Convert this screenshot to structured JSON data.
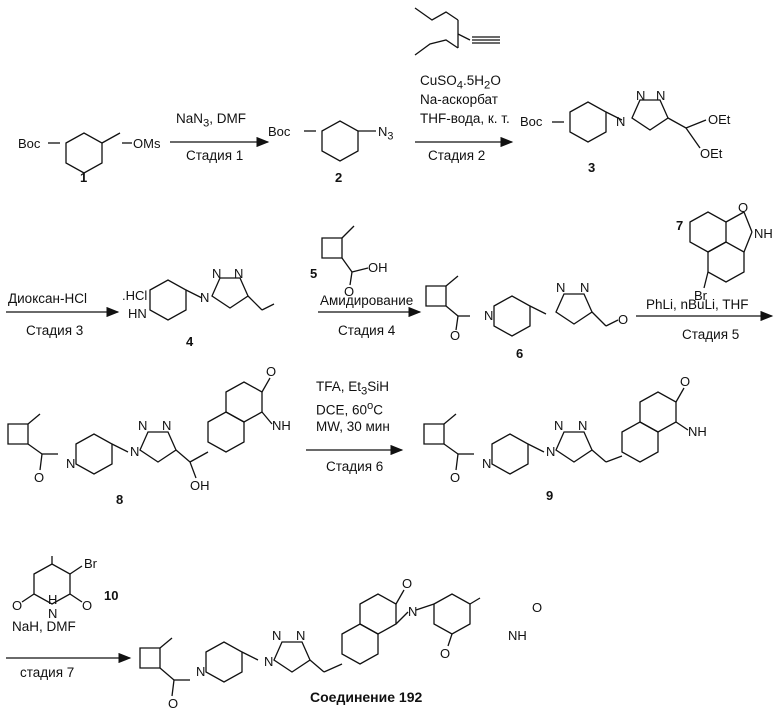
{
  "compounds": {
    "c1": {
      "number": "1",
      "boc": "Boc",
      "oms": "OMs"
    },
    "c2": {
      "number": "2",
      "boc": "Boc",
      "n3": "N",
      "n3sub": "3"
    },
    "c3": {
      "number": "3",
      "boc": "Boc",
      "n": "N",
      "n_a": "N",
      "n_b": "N",
      "oet1": "OEt",
      "oet2": "OEt"
    },
    "c4": {
      "number": "4",
      "hcl": ".HCl",
      "hn": "HN",
      "n": "N",
      "n_a": "N",
      "n_b": "N"
    },
    "c5": {
      "number": "5",
      "oh": "OH",
      "o": "O"
    },
    "c6": {
      "number": "6",
      "n": "N",
      "n_a": "N",
      "n_b": "N",
      "o": "O",
      "o_ald": "O"
    },
    "c7": {
      "number": "7",
      "o": "O",
      "nh": "NH",
      "br": "Br"
    },
    "c8": {
      "number": "8",
      "n": "N",
      "n_a": "N",
      "n_b": "N",
      "o": "O",
      "oh": "OH",
      "o_lact": "O",
      "nh": "NH"
    },
    "c9": {
      "number": "9",
      "n": "N",
      "n_a": "N",
      "n_b": "N",
      "o": "O",
      "o_lact": "O",
      "nh": "NH"
    },
    "c10": {
      "number": "10",
      "br": "Br",
      "o1": "O",
      "o2": "O",
      "h": "H",
      "n": "N"
    },
    "c192": {
      "caption": "Соединение 192",
      "n": "N",
      "n_a": "N",
      "n_b": "N",
      "o": "O",
      "o_lact": "O",
      "n_imide": "N",
      "o_im1": "O",
      "o_im2": "O",
      "nh": "NH"
    }
  },
  "steps": {
    "s1": {
      "reagents": "NaN",
      "reagents_sub": "3",
      "reagents_tail": ", DMF",
      "stage": "Стадия 1"
    },
    "s2": {
      "line1": "CuSO",
      "line1_sub": "4",
      "line1_tail": ".5H",
      "line1_sub2": "2",
      "line1_end": "O",
      "line2": "Na-аскорбат",
      "line3": "THF-вода, к. т.",
      "stage": "Стадия 2"
    },
    "s3": {
      "reagents": "Диоксан-HCl",
      "stage": "Стадия 3"
    },
    "s4": {
      "reagents": "Амидирование",
      "stage": "Стадия 4"
    },
    "s5": {
      "reagents": "PhLi, nBuLi, THF",
      "stage": "Стадия 5"
    },
    "s6": {
      "line1": "TFA, Et",
      "line1_sub": "3",
      "line1_tail": "SiH",
      "line2": "DCE, 60",
      "line2_sup": "o",
      "line2_tail": "C",
      "line3": "MW, 30 мин",
      "stage": "Стадия 6"
    },
    "s7": {
      "reagents": "NaH, DMF",
      "stage": "стадия 7"
    }
  }
}
